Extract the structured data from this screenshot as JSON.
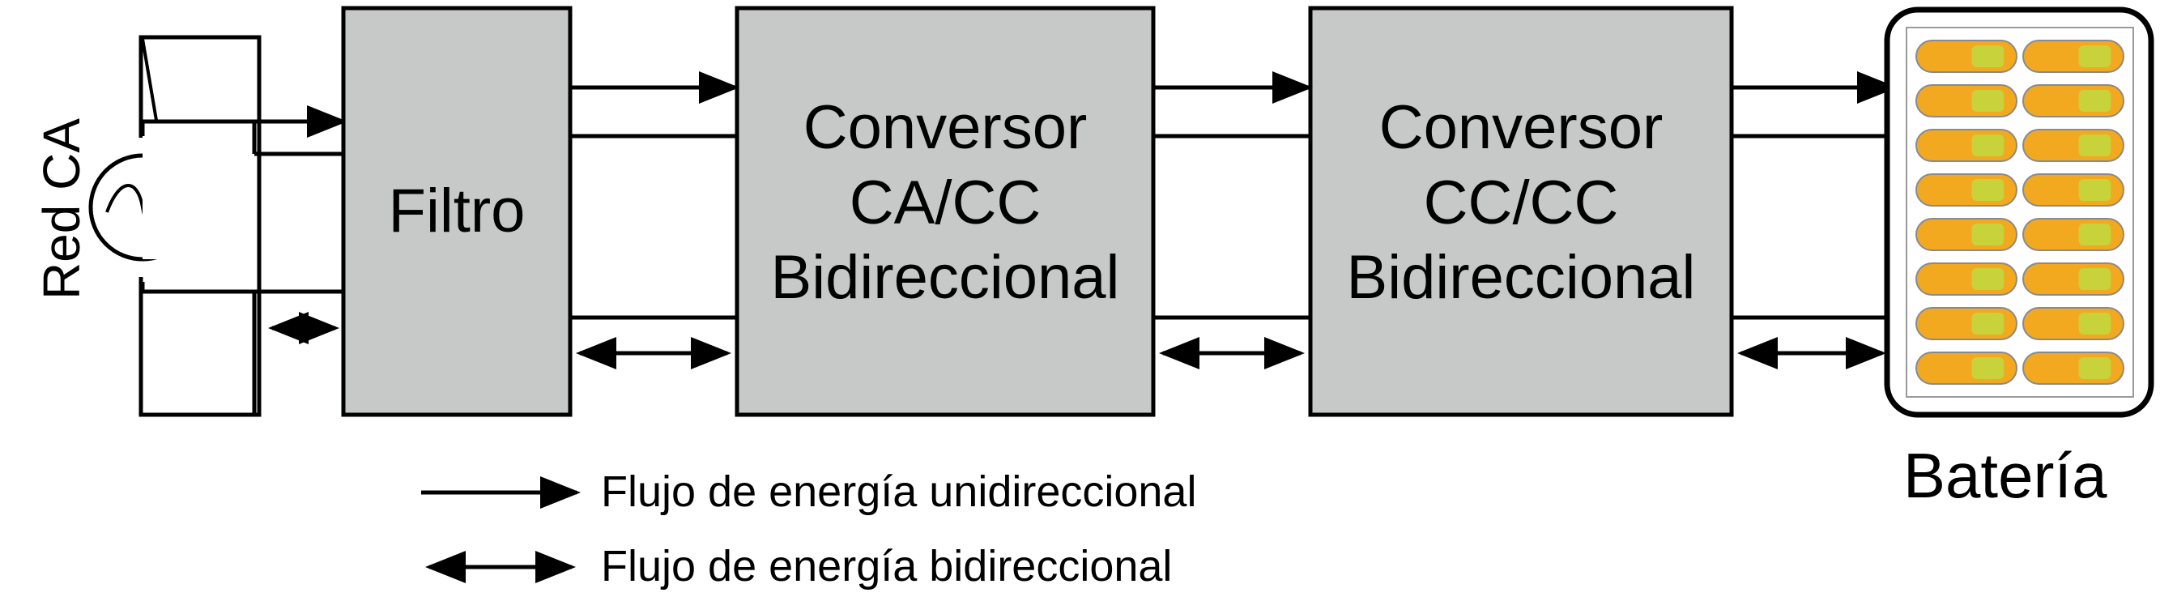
{
  "source": {
    "label": "Red CA"
  },
  "blocks": {
    "filter": {
      "label": "Filtro"
    },
    "acdc": {
      "line1": "Conversor",
      "line2": "CA/CC",
      "line3": "Bidireccional"
    },
    "dcdc": {
      "line1": "Conversor",
      "line2": "CC/CC",
      "line3": "Bidireccional"
    }
  },
  "battery": {
    "label": "Batería",
    "cell_rows": 8,
    "cell_cols": 2
  },
  "legend": {
    "unidirectional": "Flujo de energía unidireccional",
    "bidirectional": "Flujo de energía bidireccional"
  },
  "colors": {
    "block_fill": "#c7c9c8",
    "line": "#000000",
    "arrow_shadow": "#b0b0b0",
    "battery_cell": "#f3a91f",
    "battery_cell_alt": "#c8d23a"
  }
}
